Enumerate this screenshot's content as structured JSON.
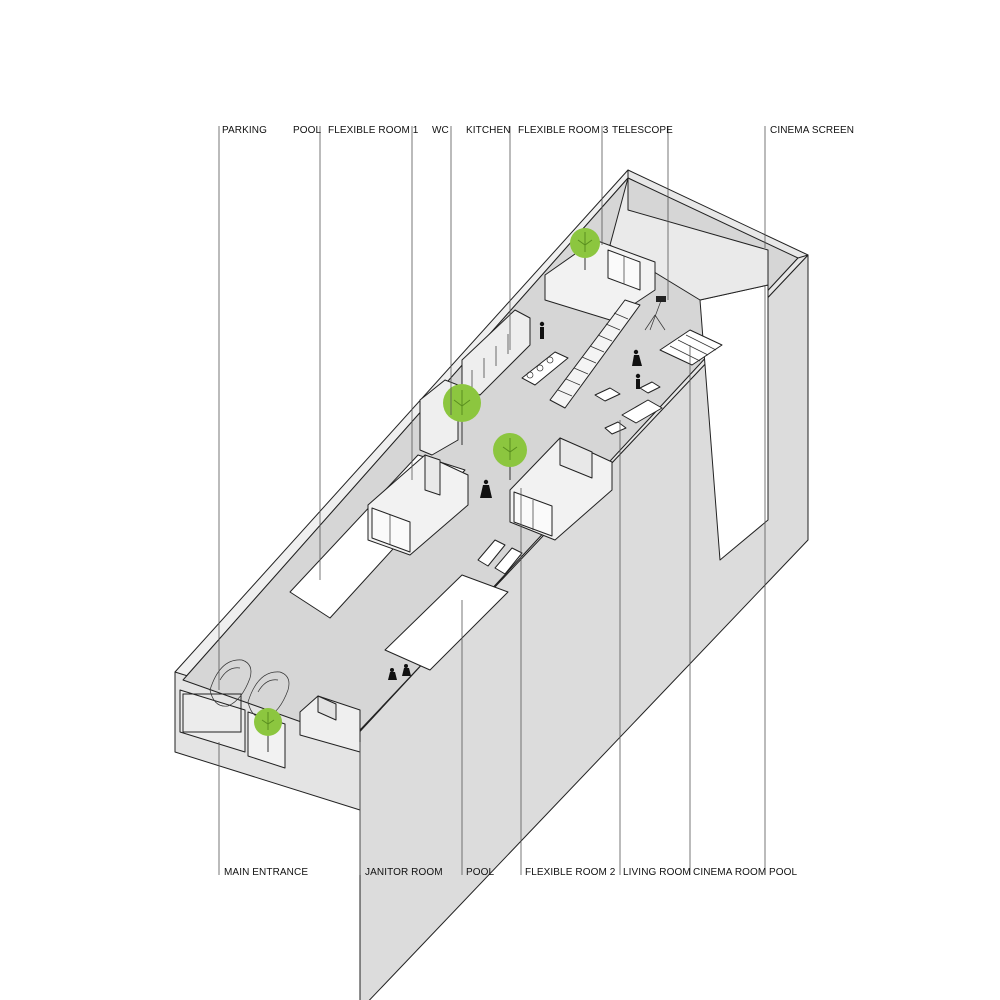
{
  "labels_top": [
    {
      "id": "parking",
      "text": "PARKING"
    },
    {
      "id": "pool-top",
      "text": "POOL"
    },
    {
      "id": "flexible-room-1",
      "text": "FLEXIBLE ROOM 1"
    },
    {
      "id": "wc",
      "text": "WC"
    },
    {
      "id": "kitchen",
      "text": "KITCHEN"
    },
    {
      "id": "flexible-room-3",
      "text": "FLEXIBLE ROOM 3"
    },
    {
      "id": "telescope",
      "text": "TELESCOPE"
    },
    {
      "id": "cinema-screen",
      "text": "CINEMA SCREEN"
    }
  ],
  "labels_bottom": [
    {
      "id": "main-entrance",
      "text": "MAIN ENTRANCE"
    },
    {
      "id": "janitor-room",
      "text": "JANITOR ROOM"
    },
    {
      "id": "pool-bottom",
      "text": "POOL"
    },
    {
      "id": "flexible-room-2",
      "text": "FLEXIBLE ROOM 2"
    },
    {
      "id": "living-room",
      "text": "LIVING ROOM"
    },
    {
      "id": "cinema-room",
      "text": "CINEMA ROOM"
    },
    {
      "id": "pool-right",
      "text": "POOL"
    }
  ],
  "colors": {
    "wall_light": "#efefef",
    "wall_mid": "#dcdcdc",
    "floor": "#d6d6d6",
    "pool": "#ffffff",
    "tree": "#8cc63f",
    "tree_dark": "#5a8f1f",
    "ink": "#222222"
  }
}
